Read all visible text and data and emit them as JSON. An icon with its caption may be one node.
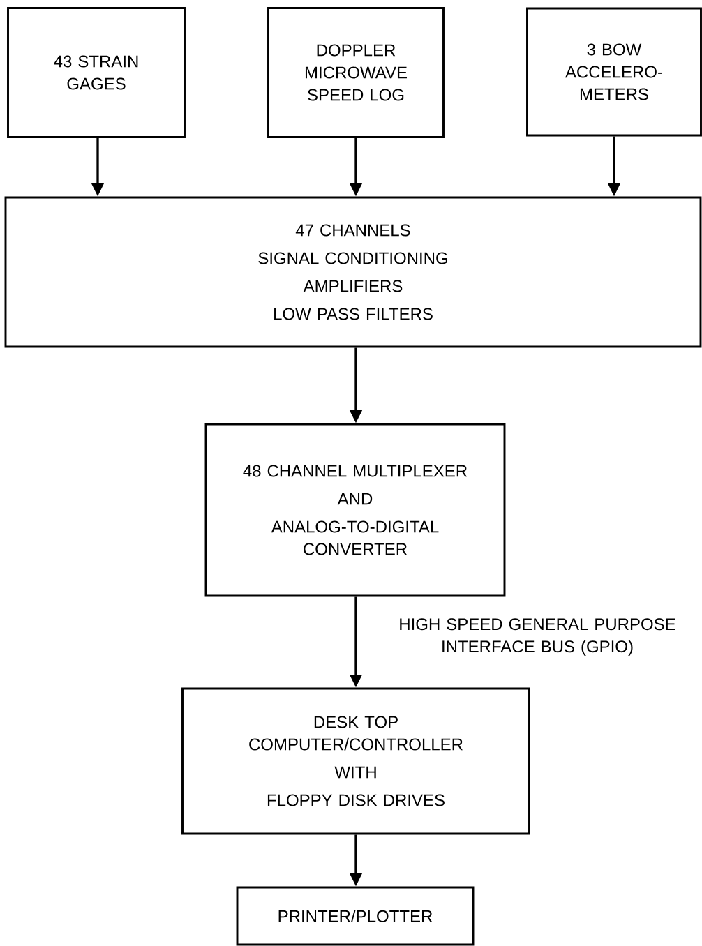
{
  "diagram": {
    "nodes": [
      {
        "text": [
          "43 STRAIN GAGES"
        ]
      },
      {
        "text": [
          "DOPPLER MICROWAVE SPEED LOG"
        ]
      },
      {
        "text": [
          "3 BOW ACCELERO-METERS"
        ]
      },
      {
        "text": [
          "47 CHANNELS",
          "SIGNAL CONDITIONING",
          "AMPLIFIERS",
          "LOW PASS FILTERS"
        ]
      },
      {
        "text": [
          "48 CHANNEL MULTIPLEXER",
          "AND",
          "ANALOG-TO-DIGITAL CONVERTER"
        ]
      },
      {
        "text": [
          "DESK TOP COMPUTER/CONTROLLER",
          "WITH",
          "FLOPPY DISK DRIVES"
        ]
      },
      {
        "text": [
          "PRINTER/PLOTTER"
        ]
      }
    ],
    "edges": [
      {
        "from": 0,
        "to": 3,
        "arrow": "to"
      },
      {
        "from": 1,
        "to": 3,
        "arrow": "to"
      },
      {
        "from": 2,
        "to": 3,
        "arrow": "to"
      },
      {
        "from": 3,
        "to": 4,
        "arrow": "to"
      },
      {
        "from": 4,
        "to": 5,
        "arrow": "to",
        "label": "HIGH SPEED GENERAL PURPOSE INTERFACE BUS (GPIO)"
      },
      {
        "from": 5,
        "to": 6,
        "arrow": "to"
      }
    ]
  }
}
